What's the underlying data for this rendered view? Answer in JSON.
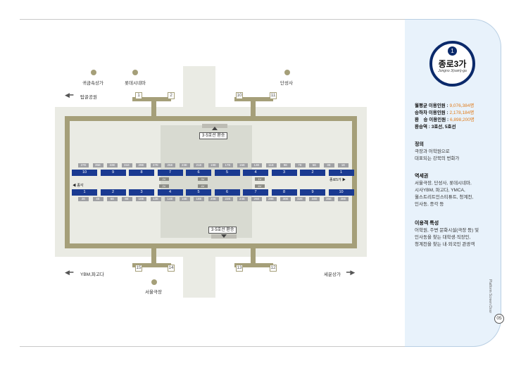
{
  "station": {
    "number": "1",
    "name": "종로3가",
    "roman": "Jongno 3(sam)-ga"
  },
  "stats": [
    {
      "label": "월평균 이용인원 : ",
      "value": "9,076,384명"
    },
    {
      "label": "승하차 이용인원 : ",
      "value": "2,178,184명"
    },
    {
      "label": "환　승 이용인원 : ",
      "value": "6,898,200명"
    },
    {
      "label": "환승역 : 3호선, 5호선",
      "value": ""
    }
  ],
  "sections": [
    {
      "heading": "정의",
      "lines": [
        "극장과 어학원으로",
        "대표되는 강북의 번화가"
      ]
    },
    {
      "heading": "역세권",
      "lines": [
        "서울극장, 단성사, 롯데시네마,",
        "시사YBM, 파고다, YMCA,",
        "월스트리트인스티튜트, 청계천,",
        "인사동, 종각 등"
      ]
    },
    {
      "heading": "이용객 특성",
      "lines": [
        "어학원, 주변 문화시설(극장 등) 및",
        "인사동을 찾는 대학생·직장인,",
        "청계천을 찾는 내·외국인 관광객"
      ]
    }
  ],
  "side_text": "Platform Screen Door",
  "page_number": "05",
  "exits": [
    "1",
    "2",
    "10",
    "11",
    "15",
    "14",
    "13",
    "12"
  ],
  "transfer_top": "3·5호선 환승",
  "transfer_bottom": "3·5호선 환승",
  "landmarks": {
    "gwigeum": "귀금속상가",
    "lotte": "롯데시네마",
    "danseongsa": "단성사",
    "tapgol": "탑골공원",
    "ybm": "YBM,파고다",
    "seoul_cinema": "서울극장",
    "sewoon": "세운상가"
  },
  "direction_left": "종각",
  "direction_right": "종로5가",
  "upper_doors": [
    "37E",
    "35E",
    "33E",
    "31E",
    "29E",
    "27E",
    "25E",
    "23E",
    "21E",
    "19E",
    "17E",
    "15E",
    "13E",
    "11E",
    "9E",
    "7E",
    "5E",
    "3E",
    "1E"
  ],
  "upper_cars": [
    "10",
    "9",
    "8",
    "7",
    "6",
    "5",
    "4",
    "3",
    "2",
    "1"
  ],
  "lower_cars": [
    "1",
    "2",
    "3",
    "4",
    "5",
    "6",
    "7",
    "8",
    "9",
    "10"
  ],
  "lower_doors": [
    "2E",
    "4E",
    "6E",
    "8E",
    "10E",
    "12E",
    "14E",
    "16E",
    "18E",
    "20E",
    "22E",
    "24E",
    "26E",
    "28E",
    "30E",
    "32E",
    "34E",
    "36E",
    "38E"
  ],
  "escalators_upper": [
    "2V",
    "3V",
    "1V"
  ],
  "escalators_lower": [
    "2V",
    "4V",
    "6V"
  ]
}
